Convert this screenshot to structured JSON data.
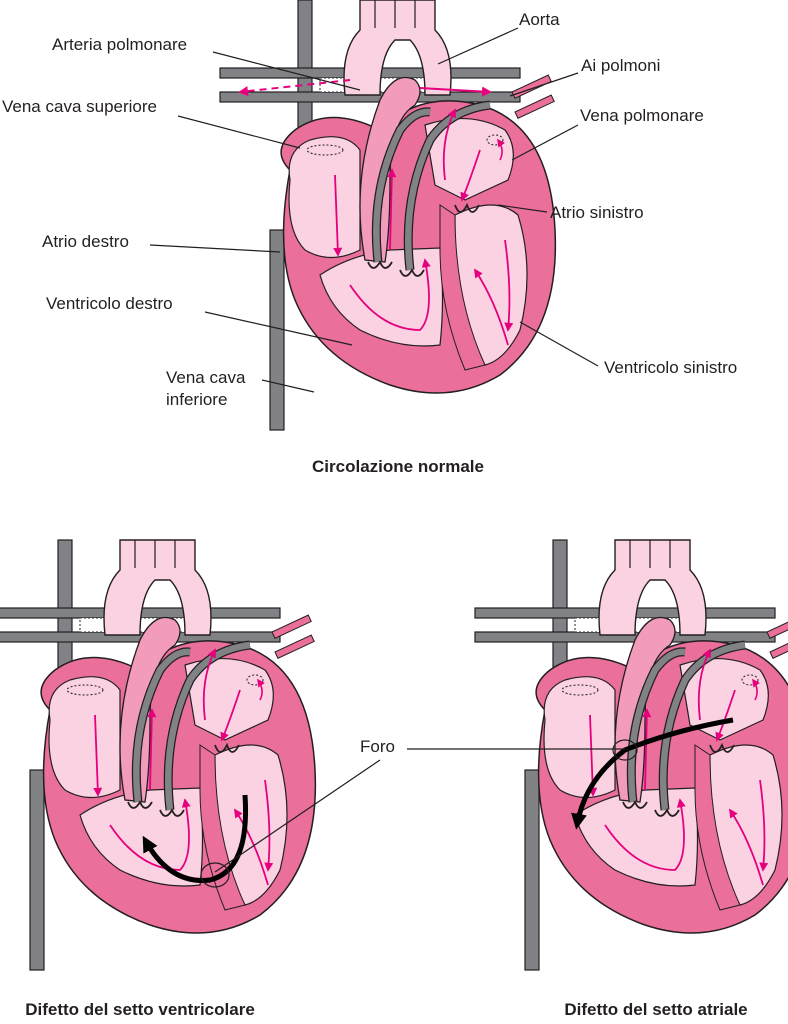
{
  "labels": {
    "aorta": "Aorta",
    "arteria_polmonare": "Arteria polmonare",
    "ai_polmoni": "Ai polmoni",
    "vena_cava_superiore": "Vena cava superiore",
    "vena_polmonare": "Vena polmonare",
    "atrio_sinistro": "Atrio sinistro",
    "atrio_destro": "Atrio destro",
    "ventricolo_destro": "Ventricolo destro",
    "ventricolo_sinistro": "Ventricolo sinistro",
    "vena_cava_inferiore_1": "Vena cava",
    "vena_cava_inferiore_2": "inferiore",
    "foro": "Foro"
  },
  "captions": {
    "normale": "Circolazione normale",
    "ventricolare": "Difetto del setto ventricolare",
    "atriale": "Difetto del setto atriale"
  },
  "colors": {
    "heart_wall": "#ea6f9b",
    "heart_outer": "#f29bbb",
    "chamber": "#fad2e1",
    "vessel_grey": "#808285",
    "flow_arrow": "#e6007e",
    "shunt_arrow": "#000000",
    "outline": "#231f20"
  }
}
